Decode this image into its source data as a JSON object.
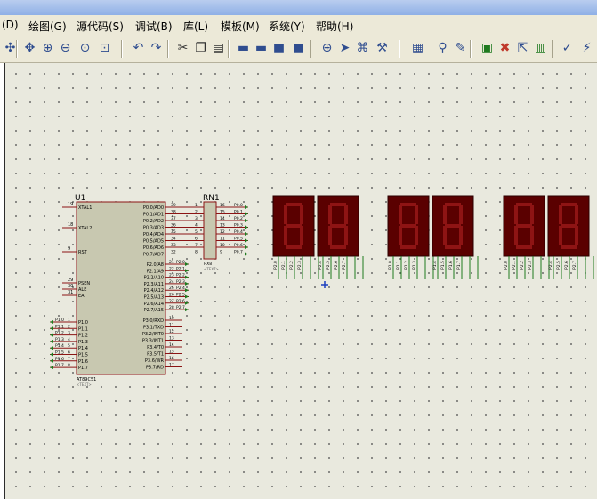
{
  "menu": [
    "(D)",
    "绘图(G)",
    "源代码(S)",
    "调试(B)",
    "库(L)",
    "模板(M)",
    "系统(Y)",
    "帮助(H)"
  ],
  "toolbar_icons": [
    "pan-icon",
    "move-icon",
    "zoom-in-icon",
    "zoom-out-icon",
    "zoom-all-icon",
    "zoom-area-icon",
    "undo-icon",
    "redo-icon",
    "cut-icon",
    "copy-icon",
    "paste-icon",
    "block-copy-icon",
    "block-move-icon",
    "block-rotate-icon",
    "block-delete-icon",
    "pick-device-icon",
    "make-device-icon",
    "packaging-tool-icon",
    "decompose-icon",
    "wire-autorouter-icon",
    "search-tag-icon",
    "property-assign-icon",
    "new-sheet-icon",
    "remove-sheet-icon",
    "exit-to-parent-icon",
    "bom-icon",
    "erc-icon",
    "netlist-icon"
  ],
  "schematic": {
    "u1": {
      "ref": "U1",
      "left_pins": [
        {
          "num": "19",
          "name": "XTAL1"
        },
        {
          "num": "18",
          "name": "XTAL2"
        },
        {
          "num": "9",
          "name": "RST"
        },
        {
          "num": "29",
          "name": "PSEN"
        },
        {
          "num": "30",
          "name": "ALE"
        },
        {
          "num": "31",
          "name": "EA"
        }
      ],
      "p1_pins": [
        {
          "num": "1",
          "name": "P1.0",
          "net": "P1.0"
        },
        {
          "num": "2",
          "name": "P1.1",
          "net": "P1.1"
        },
        {
          "num": "3",
          "name": "P1.2",
          "net": "P1.2"
        },
        {
          "num": "4",
          "name": "P1.3",
          "net": "P1.3"
        },
        {
          "num": "5",
          "name": "P1.4",
          "net": "P1.4"
        },
        {
          "num": "6",
          "name": "P1.5",
          "net": "P1.5"
        },
        {
          "num": "7",
          "name": "P1.6",
          "net": "P1.6"
        },
        {
          "num": "8",
          "name": "P1.7",
          "net": "P1.7"
        }
      ],
      "p0_pins": [
        {
          "num": "39",
          "name": "P0.0/AD0"
        },
        {
          "num": "38",
          "name": "P0.1/AD1"
        },
        {
          "num": "37",
          "name": "P0.2/AD2"
        },
        {
          "num": "36",
          "name": "P0.3/AD3"
        },
        {
          "num": "35",
          "name": "P0.4/AD4"
        },
        {
          "num": "34",
          "name": "P0.5/AD5"
        },
        {
          "num": "33",
          "name": "P0.6/AD6"
        },
        {
          "num": "32",
          "name": "P0.7/AD7"
        }
      ],
      "p2_pins": [
        {
          "num": "21",
          "name": "P2.0/A8",
          "net": "P2.0"
        },
        {
          "num": "22",
          "name": "P2.1/A9",
          "net": "P2.1"
        },
        {
          "num": "23",
          "name": "P2.2/A10",
          "net": "P2.2"
        },
        {
          "num": "24",
          "name": "P2.3/A11",
          "net": "P2.3"
        },
        {
          "num": "25",
          "name": "P2.4/A12",
          "net": "P2.4"
        },
        {
          "num": "26",
          "name": "P2.5/A13",
          "net": "P2.5"
        },
        {
          "num": "27",
          "name": "P2.6/A14",
          "net": "P2.6"
        },
        {
          "num": "28",
          "name": "P2.7/A15",
          "net": "P2.7"
        }
      ],
      "p3_pins": [
        {
          "num": "10",
          "name": "P3.0/RXD"
        },
        {
          "num": "11",
          "name": "P3.1/TXD"
        },
        {
          "num": "12",
          "name": "P3.2/INT0"
        },
        {
          "num": "13",
          "name": "P3.3/INT1"
        },
        {
          "num": "14",
          "name": "P3.4/T0"
        },
        {
          "num": "15",
          "name": "P3.5/T1"
        },
        {
          "num": "16",
          "name": "P3.6/WR"
        },
        {
          "num": "17",
          "name": "P3.7/RD"
        }
      ],
      "part": "AT89C51",
      "text_tag": "<TEXT>"
    },
    "rn1": {
      "ref": "RN1",
      "left_pins": [
        "1",
        "2",
        "3",
        "4",
        "5",
        "6",
        "7",
        "8"
      ],
      "right_pins": [
        "16",
        "15",
        "14",
        "13",
        "12",
        "11",
        "10",
        "9"
      ],
      "nets": [
        "P0.0",
        "P0.1",
        "P0.2",
        "P0.3",
        "P0.4",
        "P0.5",
        "P0.6",
        "P0.7"
      ],
      "part": "RX8",
      "text_tag": "<TEXT>"
    },
    "digits": [
      {
        "pins": [
          "P2.0",
          "P2.1",
          "P2.2",
          "P2.3"
        ]
      },
      {
        "pins": [
          "P2.4",
          "P2.5",
          "P2.6",
          "P2.7"
        ]
      },
      {
        "pins": [
          "P1.0",
          "P1.1",
          "P1.2",
          "P1.3"
        ]
      },
      {
        "pins": [
          "P1.4",
          "P1.5",
          "P1.6",
          "P1.7"
        ]
      },
      {
        "pins": [
          "P2.0",
          "P2.1",
          "P2.2",
          "P2.3"
        ]
      },
      {
        "pins": [
          "P2.4",
          "P2.5",
          "P2.6",
          "P2.7"
        ]
      }
    ],
    "colors": {
      "chip_fill": "#c8c8b0",
      "chip_border": "#8b1414",
      "wire": "#8b1414",
      "pin_line": "#1f7a1f",
      "display_bg": "#5a0000",
      "segment_off": "#8e1414",
      "sheet": "#e9e9de"
    }
  }
}
